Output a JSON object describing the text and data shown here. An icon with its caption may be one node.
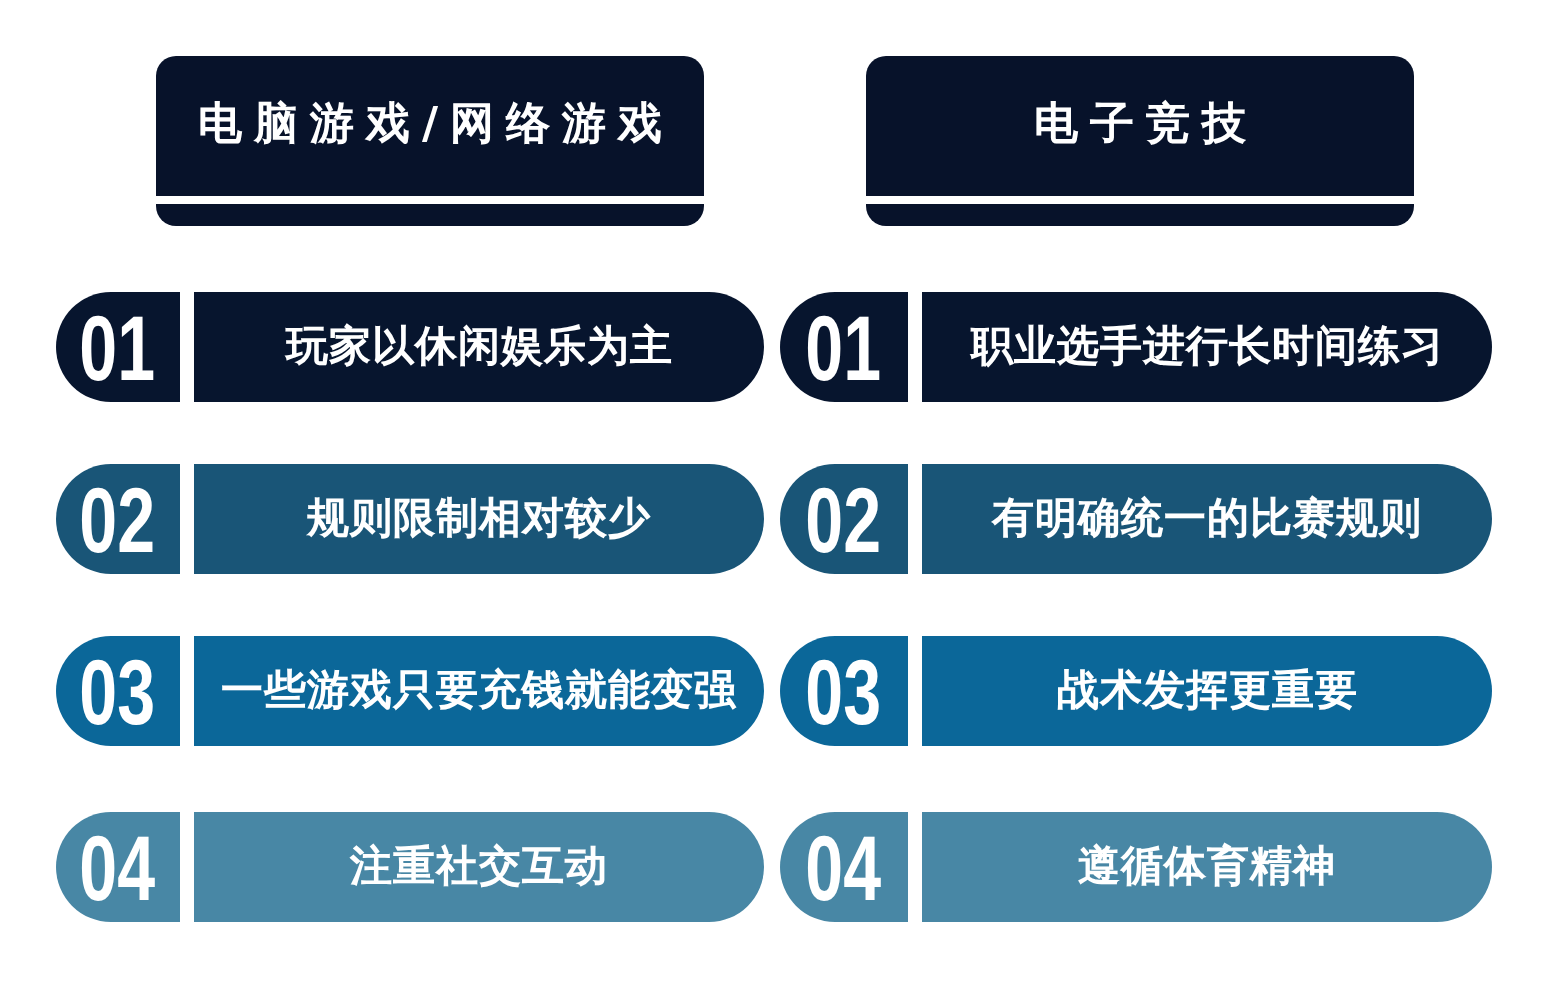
{
  "diagram": {
    "nodes": [
      {
        "text": [
          "电脑游戏/网络游戏"
        ]
      },
      {
        "text": [
          "电子竞技"
        ]
      },
      {
        "text": [
          "01"
        ]
      },
      {
        "text": [
          "玩家以休闲娱乐为主"
        ]
      },
      {
        "text": [
          "01"
        ]
      },
      {
        "text": [
          "职业选手进行长时间练习"
        ]
      },
      {
        "text": [
          "02"
        ]
      },
      {
        "text": [
          "规则限制相对较少"
        ]
      },
      {
        "text": [
          "02"
        ]
      },
      {
        "text": [
          "有明确统一的比赛规则"
        ]
      },
      {
        "text": [
          "03"
        ]
      },
      {
        "text": [
          "一些游戏只要充钱就能变强"
        ]
      },
      {
        "text": [
          "03"
        ]
      },
      {
        "text": [
          "战术发挥更重要"
        ]
      },
      {
        "text": [
          "04"
        ]
      },
      {
        "text": [
          "注重社交互动"
        ]
      },
      {
        "text": [
          "04"
        ]
      },
      {
        "text": [
          "遵循体育精神"
        ]
      }
    ]
  }
}
